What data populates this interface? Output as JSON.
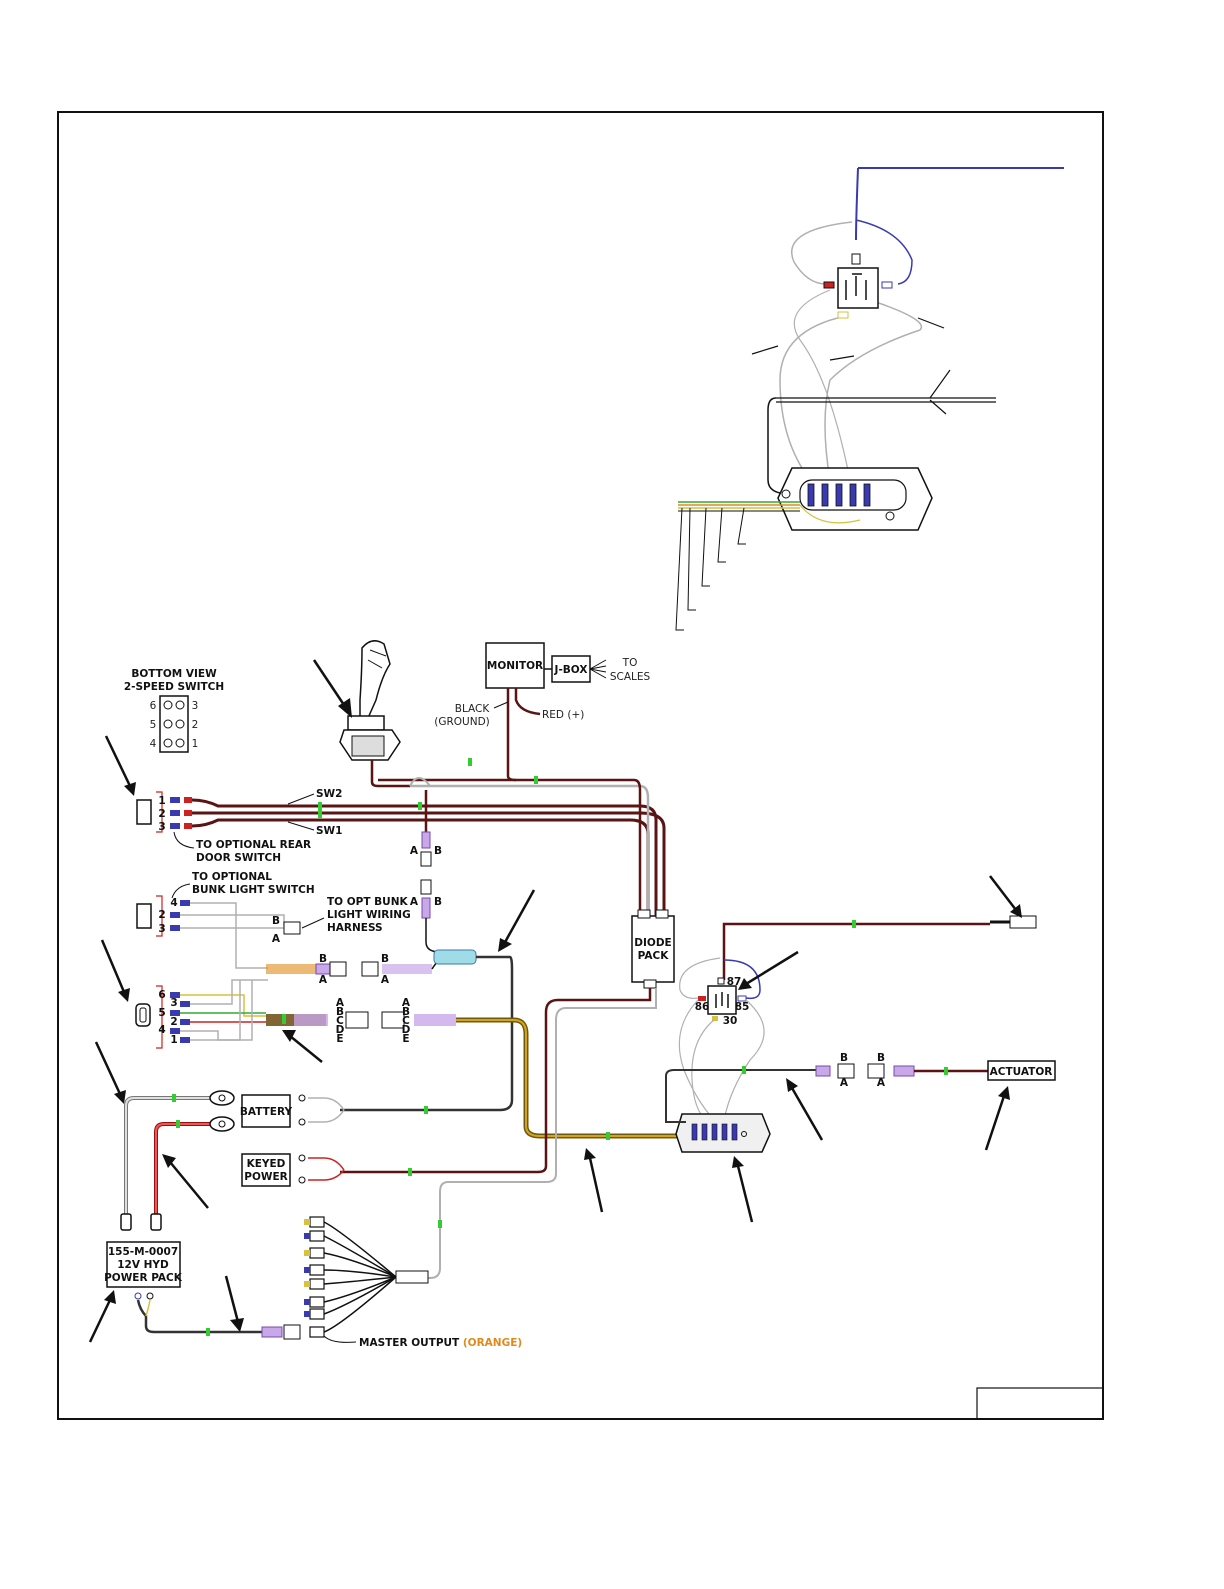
{
  "switch_view": {
    "title_line1": "BOTTOM VIEW",
    "title_line2": "2-SPEED SWITCH",
    "pins": [
      "6",
      "3",
      "5",
      "2",
      "4",
      "1"
    ]
  },
  "monitor": {
    "label": "MONITOR",
    "jbox": "J-BOX",
    "to_line1": "TO",
    "to_line2": "SCALES",
    "black": "BLACK",
    "ground": "(GROUND)",
    "red": "RED (+)"
  },
  "rear_door": {
    "pins": [
      "1",
      "2",
      "3"
    ],
    "sw2": "SW2",
    "sw1": "SW1",
    "line1": "TO OPTIONAL REAR",
    "line2": "DOOR SWITCH"
  },
  "bunk_switch": {
    "line1": "TO OPTIONAL",
    "line2": "BUNK LIGHT SWITCH",
    "pins": [
      "4",
      "2",
      "3"
    ]
  },
  "bunk_harness": {
    "line1": "TO OPT BUNK",
    "line2": "LIGHT WIRING",
    "line3": "HARNESS"
  },
  "speed_switch": {
    "pins": [
      "6",
      "3",
      "5",
      "2",
      "4",
      "1"
    ]
  },
  "connectors": {
    "a": "A",
    "b": "B",
    "abcde": [
      "A",
      "B",
      "C",
      "D",
      "E"
    ]
  },
  "diode_pack": {
    "line1": "DIODE",
    "line2": "PACK"
  },
  "relay": {
    "p87": "87",
    "p86": "86",
    "p85": "85",
    "p30": "30"
  },
  "battery": "BATTERY",
  "keyed_power": {
    "line1": "KEYED",
    "line2": "POWER"
  },
  "power_pack": {
    "line1": "155-M-0007",
    "line2": "12V HYD",
    "line3": "POWER PACK"
  },
  "actuator": "ACTUATOR",
  "master_output": {
    "label": "MASTER OUTPUT",
    "color_word": "(ORANGE)"
  },
  "colors": {
    "wire_dark": "#5a1414",
    "wire_gray": "#b0b0b0",
    "wire_blue": "#3a3ab0",
    "wire_orange": "#e08a1c",
    "wire_green": "#33aa33",
    "wire_yellow": "#d6c23c",
    "wire_red": "#cc2222"
  }
}
